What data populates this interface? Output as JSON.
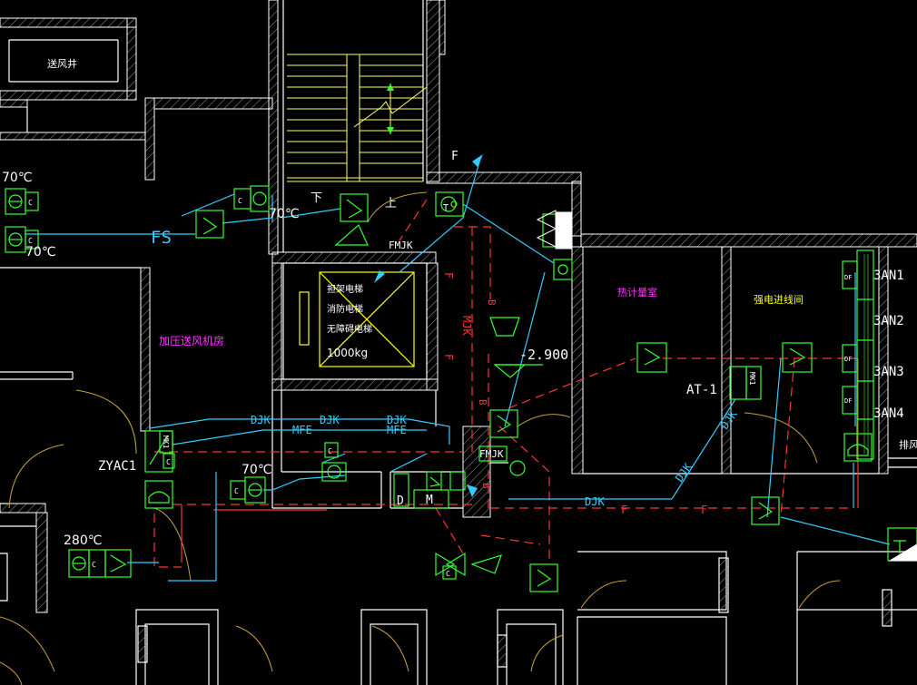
{
  "colors": {
    "background": "#000000",
    "wall": "#ffffff",
    "hatch": "#9a9a9a",
    "fire_line": "#ff3333",
    "signal_line": "#33ccff",
    "equipment": "#33ff33",
    "room_label": "#ff33ff",
    "stair": "#ffff66",
    "door": "#c8a040",
    "elevator_box": "#ffff00"
  },
  "rooms": {
    "air_shaft": "送风井",
    "pressurization_room": "加压送风机房",
    "metering_room": "热计量室",
    "strong_current_room": "强电进线间",
    "corner_room_partial": "排风"
  },
  "elevator": {
    "line1": "担架电梯",
    "line2": "消防电梯",
    "line3": "无障碍电梯",
    "capacity": "1000kg"
  },
  "stair": {
    "down": "下",
    "up": "上"
  },
  "temperatures": {
    "t1": "70℃",
    "t2": "70℃",
    "t3": "70℃",
    "t4": "70℃",
    "t5": "280℃"
  },
  "cable_labels": {
    "fs": "FS",
    "fmjk_top": "FMJK",
    "fmjk_bottom": "FMJK",
    "mjk": "MJK",
    "f_top": "F",
    "f_vertical": "F",
    "f_line1": "F",
    "f_line2": "F",
    "f_line3": "F",
    "djk1": "DJK",
    "djk2": "DJK",
    "djk3": "DJK",
    "djk4": "DJK",
    "djk5": "DJK",
    "djk6": "DJK",
    "mfe1": "MFE",
    "mfe2": "MFE",
    "b1": "B",
    "b2": "B",
    "b3": "B"
  },
  "equipment_labels": {
    "zyac1": "ZYAC1",
    "mk1_left": "MK1",
    "mk1_right": "MK1",
    "at1": "AT-1",
    "level": "-2.900",
    "d": "D",
    "m": "M",
    "df": "DF",
    "c": "C",
    "t": "T"
  },
  "panels": [
    "3AN1",
    "3AN2",
    "3AN3",
    "3AN4"
  ]
}
